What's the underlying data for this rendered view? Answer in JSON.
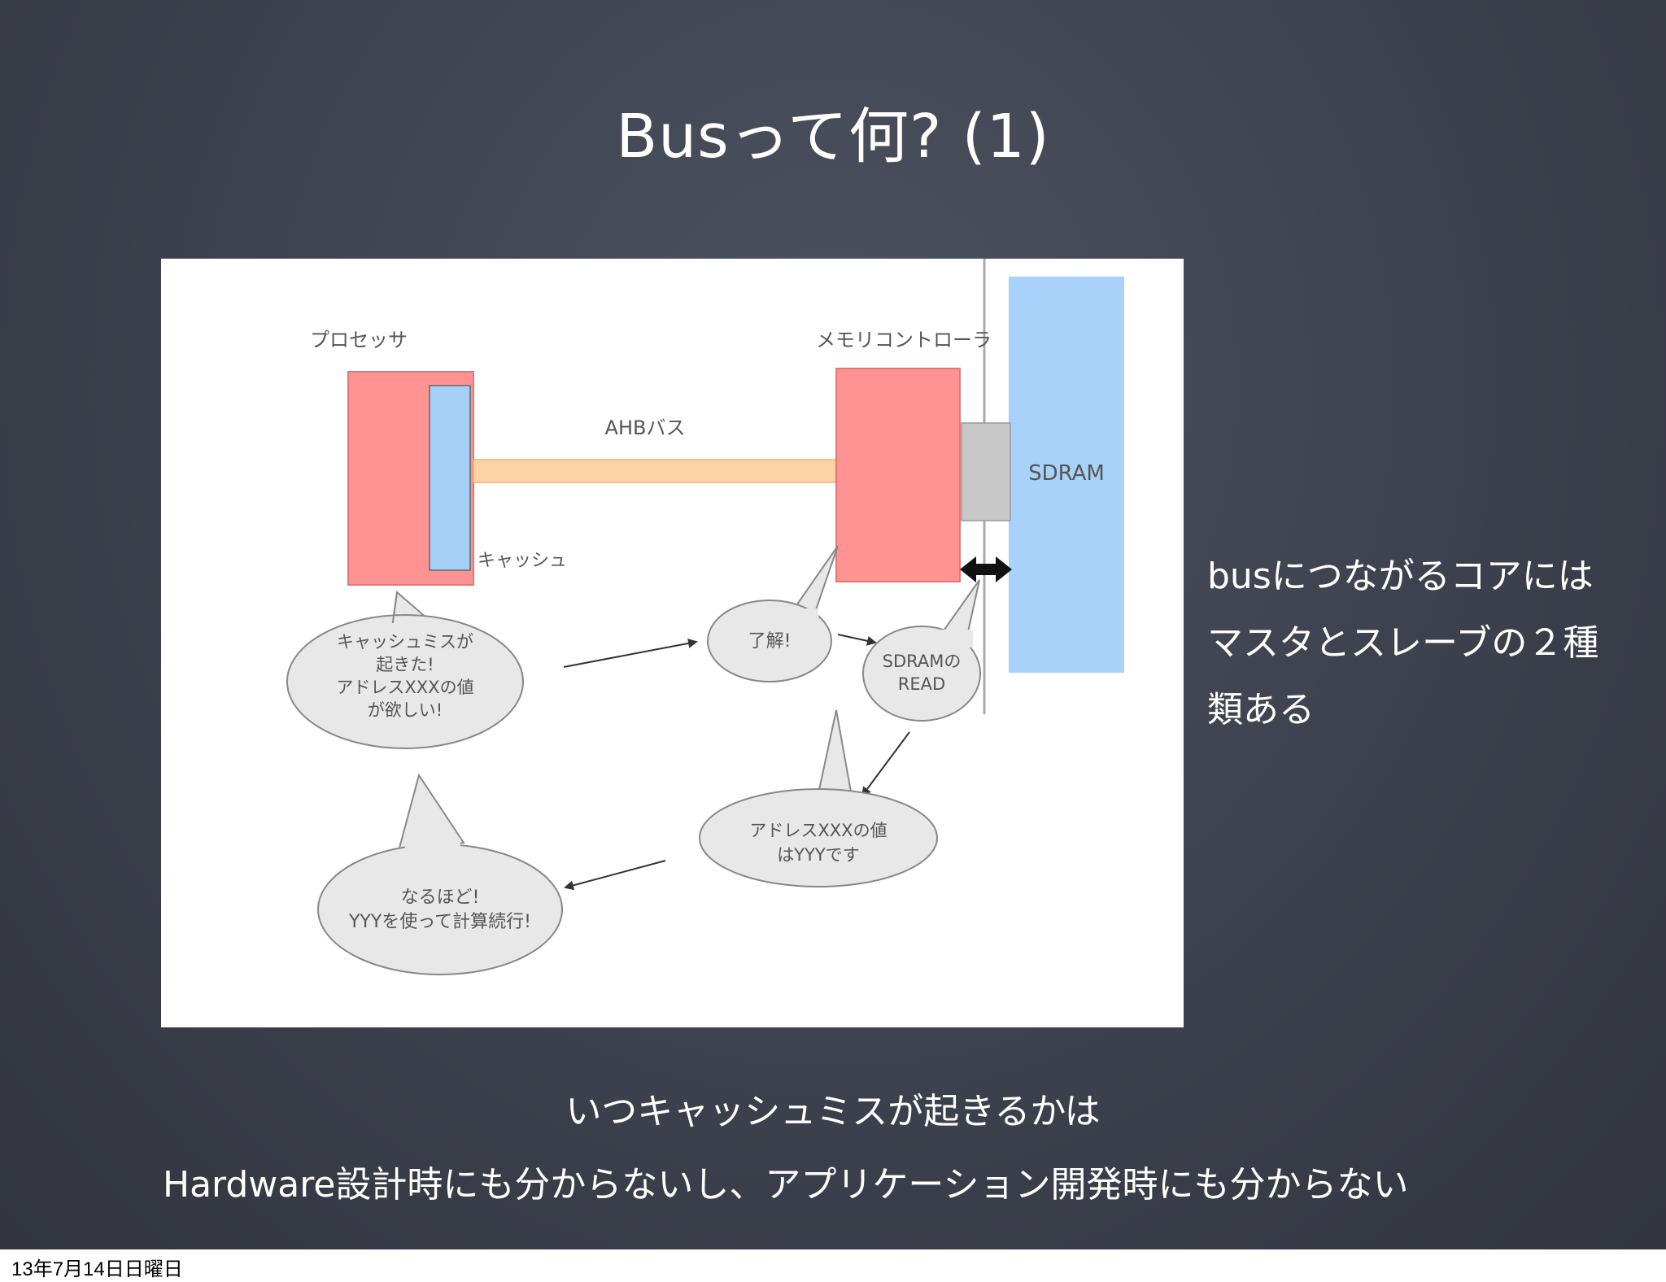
{
  "slide": {
    "title": "Busって何? (1)"
  },
  "diagram": {
    "processor_label": "プロセッサ",
    "cache_label": "キャッシュ",
    "bus_label": "AHBバス",
    "memctrl_label": "メモリコントローラ",
    "sdram_label": "SDRAM",
    "bubble_cache_miss": [
      "キャッシュミスが",
      "起きた!",
      "アドレスXXXの値",
      "が欲しい!"
    ],
    "bubble_ack": "了解!",
    "bubble_read": [
      "SDRAMの",
      "READ"
    ],
    "bubble_value": [
      "アドレスXXXの値",
      "はYYYです"
    ],
    "bubble_ok": [
      "なるほど!",
      "YYYを使って計算続行!"
    ],
    "colors": {
      "processor": "#ff9393",
      "cache": "#a6d1f7",
      "bus": "#fdd3a6",
      "sdram": "#a9d2fa",
      "connector": "#c8c8c8",
      "bubble": "#e8e8e8"
    }
  },
  "side_note": {
    "lines": [
      "busにつながるコアには",
      "マスタとスレーブの２種",
      "類ある"
    ]
  },
  "bottom": {
    "line1": "いつキャッシュミスが起きるかは",
    "line2": "Hardware設計時にも分からないし、アプリケーション開発時にも分からない"
  },
  "footer": {
    "date": "13年7月14日日曜日"
  }
}
